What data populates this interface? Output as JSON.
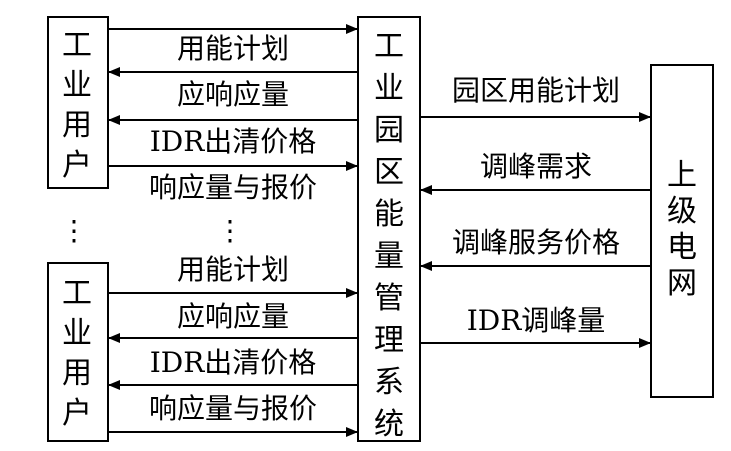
{
  "nodes": {
    "user_top": "工业用户",
    "user_bottom": "工业用户",
    "system": "工业园区能量管理系统",
    "grid": "上级电网"
  },
  "user_links_top": {
    "plan": "用能计划",
    "response": "应响应量",
    "clearing_price": "IDR出清价格",
    "bid": "响应量与报价"
  },
  "user_links_bottom": {
    "plan": "用能计划",
    "response": "应响应量",
    "clearing_price": "IDR出清价格",
    "bid": "响应量与报价"
  },
  "grid_links": {
    "park_plan": "园区用能计划",
    "peak_demand": "调峰需求",
    "peak_price": "调峰服务价格",
    "idr_amount": "IDR调峰量"
  },
  "ellipsis": "⋮"
}
